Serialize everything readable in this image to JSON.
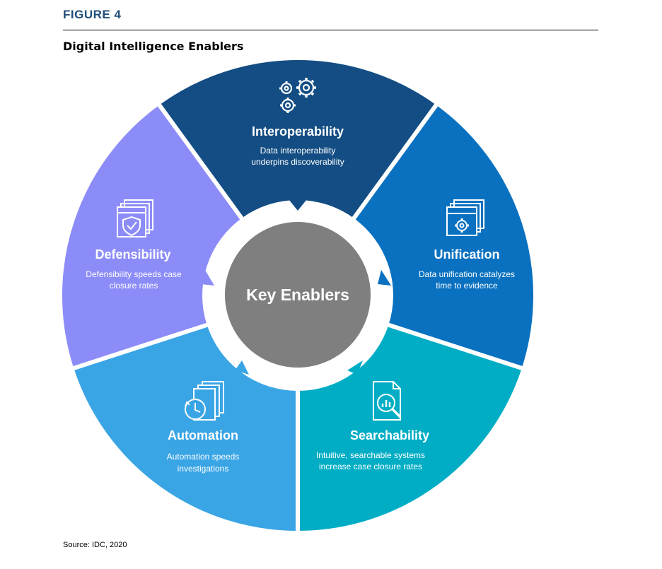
{
  "figure_label": "FIGURE 4",
  "title": "Digital Intelligence Enablers",
  "center_label": "Key Enablers",
  "source": "Source: IDC, 2020",
  "colors": {
    "interoperability": "#134d83",
    "unification": "#0a71c0",
    "searchability": "#00adc5",
    "automation": "#3aa5e5",
    "defensibility": "#8c8cf8",
    "center": "#7f7f7f"
  },
  "segments": {
    "interoperability": {
      "icon": "gears-icon",
      "title": "Interoperability",
      "desc1": "Data interoperability",
      "desc2": "underpins discoverability"
    },
    "unification": {
      "icon": "window-gear-icon",
      "title": "Unification",
      "desc1": "Data unification catalyzes",
      "desc2": "time to evidence"
    },
    "searchability": {
      "icon": "document-search-icon",
      "title": "Searchability",
      "desc1": "Intuitive, searchable systems",
      "desc2": "increase case closure rates"
    },
    "automation": {
      "icon": "clock-documents-icon",
      "title": "Automation",
      "desc1": "Automation speeds",
      "desc2": "investigations"
    },
    "defensibility": {
      "icon": "window-shield-icon",
      "title": "Defensibility",
      "desc1": "Defensibility speeds case",
      "desc2": "closure rates"
    }
  }
}
